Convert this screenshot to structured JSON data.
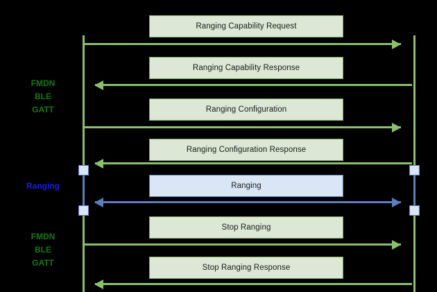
{
  "diagram": {
    "type": "sequence-diagram",
    "colors": {
      "background": "#000000",
      "green_lifeline": "#8cc06a",
      "blue_lifeline": "#5a7fbe",
      "green_box_fill": "#dce8d5",
      "green_box_border": "#7ba85e",
      "blue_box_fill": "#dae5f5",
      "blue_box_border": "#5a7fbe",
      "green_label_text": "#117a11",
      "blue_label_text": "#1a1aee",
      "message_text": "#1a1a1a"
    },
    "phase_labels": [
      {
        "text": "FMDN\nBLE\nGATT",
        "color": "green"
      },
      {
        "text": "Ranging",
        "color": "blue"
      },
      {
        "text": "FMDN\nBLE\nGATT",
        "color": "green"
      }
    ],
    "messages": [
      {
        "label": "Ranging Capability Request",
        "direction": "right",
        "style": "green"
      },
      {
        "label": "Ranging Capability Response",
        "direction": "left",
        "style": "green"
      },
      {
        "label": "Ranging Configuration",
        "direction": "right",
        "style": "green"
      },
      {
        "label": "Ranging Configuration Response",
        "direction": "left",
        "style": "green"
      },
      {
        "label": "Ranging",
        "direction": "both",
        "style": "blue"
      },
      {
        "label": "Stop Ranging",
        "direction": "right",
        "style": "green"
      },
      {
        "label": "Stop Ranging Response",
        "direction": "left",
        "style": "green"
      }
    ]
  }
}
